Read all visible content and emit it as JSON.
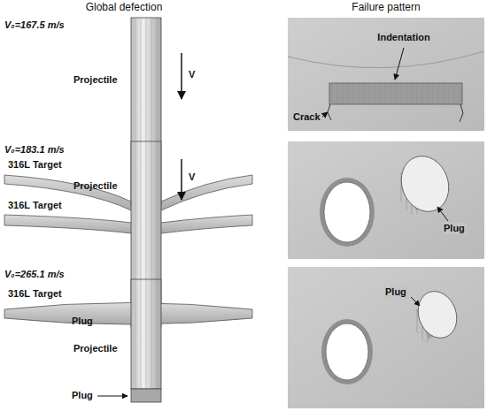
{
  "diagram": {
    "labels": [
      "Global defection",
      "Failure pattern",
      "V₀=167.5 m/s",
      "Projectile",
      "V",
      "316L Target",
      "Indentation",
      "Crack",
      "V₀=183.1 m/s",
      "Projectile",
      "V",
      "316L Target",
      "Plug",
      "Plug",
      "V₀=265.1 m/s",
      "316L Target",
      "Projectile",
      "Plug",
      "Plug"
    ]
  }
}
